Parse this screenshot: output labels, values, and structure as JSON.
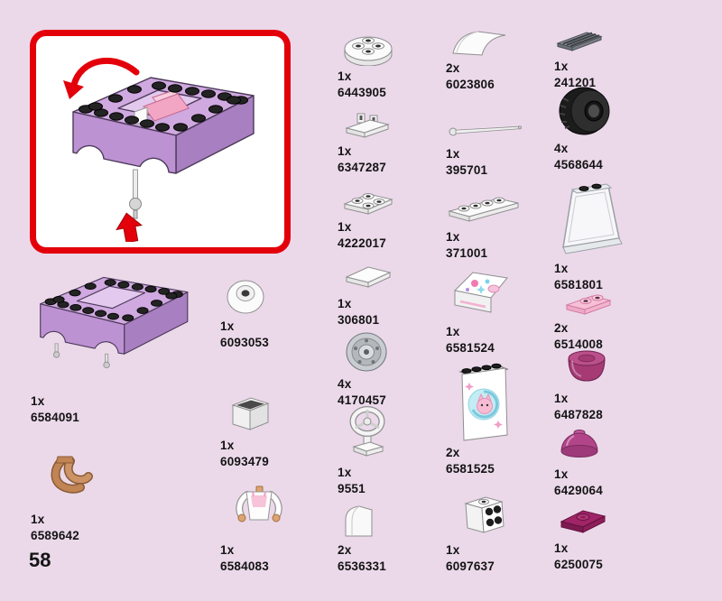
{
  "page": {
    "number": "58"
  },
  "colors": {
    "background": "#EBD9EA",
    "highlight_red": "#E3000B",
    "lavender": "#C9A2DC",
    "magenta": "#A02467"
  },
  "callout": {
    "icon": "chassis-assembly-step-illustration"
  },
  "parts": [
    {
      "qty": "1x",
      "id": "6584091",
      "icon": "car-chassis-icon"
    },
    {
      "qty": "1x",
      "id": "6589642",
      "icon": "minidoll-legs-icon"
    },
    {
      "qty": "1x",
      "id": "6093053",
      "icon": "round-tile-stud-icon"
    },
    {
      "qty": "1x",
      "id": "6093479",
      "icon": "container-box-icon"
    },
    {
      "qty": "1x",
      "id": "6584083",
      "icon": "minidoll-torso-icon"
    },
    {
      "qty": "1x",
      "id": "6443905",
      "icon": "round-plate-2x2-icon"
    },
    {
      "qty": "1x",
      "id": "6347287",
      "icon": "plate-with-clips-icon"
    },
    {
      "qty": "1x",
      "id": "4222017",
      "icon": "plate-2x2-icon"
    },
    {
      "qty": "1x",
      "id": "306801",
      "icon": "tile-2x2-icon"
    },
    {
      "qty": "4x",
      "id": "4170457",
      "icon": "wheel-hub-icon"
    },
    {
      "qty": "1x",
      "id": "9551",
      "icon": "steering-wheel-icon"
    },
    {
      "qty": "2x",
      "id": "6536331",
      "icon": "curved-slope-icon"
    },
    {
      "qty": "2x",
      "id": "6023806",
      "icon": "curved-arch-icon"
    },
    {
      "qty": "1x",
      "id": "395701",
      "icon": "antenna-bar-icon"
    },
    {
      "qty": "1x",
      "id": "371001",
      "icon": "plate-1x4-icon"
    },
    {
      "qty": "1x",
      "id": "6581524",
      "icon": "decorated-slope-icon"
    },
    {
      "qty": "2x",
      "id": "6581525",
      "icon": "decorated-panel-icon"
    },
    {
      "qty": "1x",
      "id": "6097637",
      "icon": "bracket-holes-icon"
    },
    {
      "qty": "1x",
      "id": "241201",
      "icon": "grille-tile-icon"
    },
    {
      "qty": "4x",
      "id": "4568644",
      "icon": "tire-icon"
    },
    {
      "qty": "1x",
      "id": "6581801",
      "icon": "windscreen-icon"
    },
    {
      "qty": "2x",
      "id": "6514008",
      "icon": "trans-pink-plate-icon"
    },
    {
      "qty": "1x",
      "id": "6487828",
      "icon": "magenta-dish-icon"
    },
    {
      "qty": "1x",
      "id": "6429064",
      "icon": "magenta-dome-icon"
    },
    {
      "qty": "1x",
      "id": "6250075",
      "icon": "magenta-plate-icon"
    }
  ]
}
